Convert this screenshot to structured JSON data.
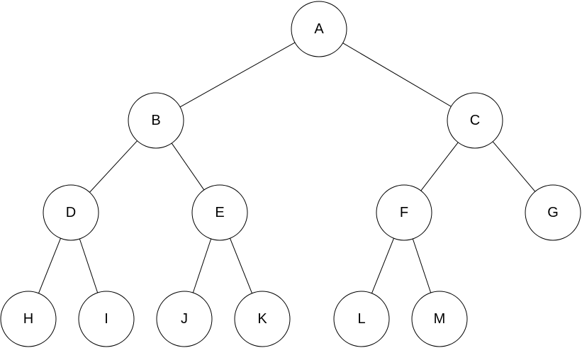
{
  "diagram": {
    "type": "binary-tree",
    "nodes": [
      {
        "id": "A",
        "label": "A",
        "parent": null
      },
      {
        "id": "B",
        "label": "B",
        "parent": "A"
      },
      {
        "id": "C",
        "label": "C",
        "parent": "A"
      },
      {
        "id": "D",
        "label": "D",
        "parent": "B"
      },
      {
        "id": "E",
        "label": "E",
        "parent": "B"
      },
      {
        "id": "F",
        "label": "F",
        "parent": "C"
      },
      {
        "id": "G",
        "label": "G",
        "parent": "C"
      },
      {
        "id": "H",
        "label": "H",
        "parent": "D"
      },
      {
        "id": "I",
        "label": "I",
        "parent": "D"
      },
      {
        "id": "J",
        "label": "J",
        "parent": "E"
      },
      {
        "id": "K",
        "label": "K",
        "parent": "E"
      },
      {
        "id": "L",
        "label": "L",
        "parent": "F"
      },
      {
        "id": "M",
        "label": "M",
        "parent": "F"
      }
    ],
    "edges": [
      {
        "from": "A",
        "to": "B"
      },
      {
        "from": "A",
        "to": "C"
      },
      {
        "from": "B",
        "to": "D"
      },
      {
        "from": "B",
        "to": "E"
      },
      {
        "from": "C",
        "to": "F"
      },
      {
        "from": "C",
        "to": "G"
      },
      {
        "from": "D",
        "to": "H"
      },
      {
        "from": "D",
        "to": "I"
      },
      {
        "from": "E",
        "to": "J"
      },
      {
        "from": "E",
        "to": "K"
      },
      {
        "from": "F",
        "to": "L"
      },
      {
        "from": "F",
        "to": "M"
      }
    ],
    "colors": {
      "line": "#000000",
      "node_fill": "#ffffff",
      "text": "#000000"
    }
  }
}
